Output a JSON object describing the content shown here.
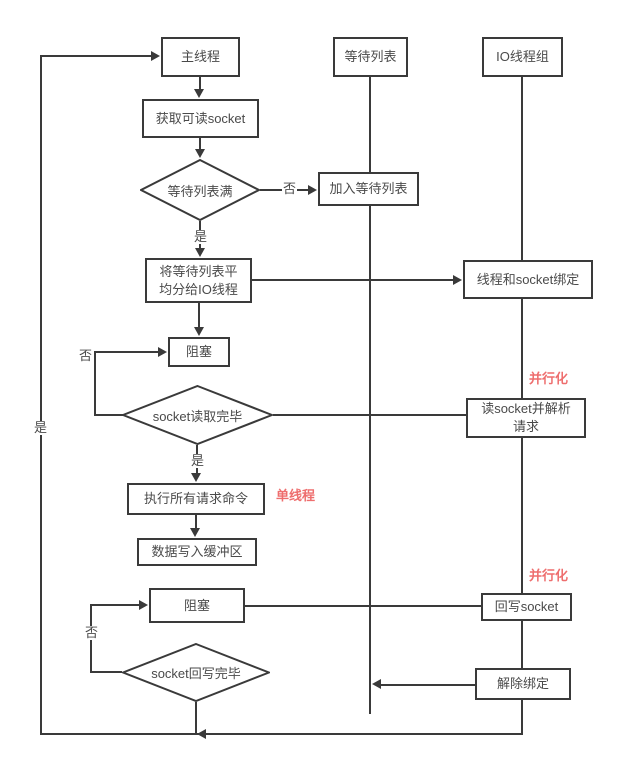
{
  "colors": {
    "line": "#3a3a3a",
    "text": "#4a4a4a",
    "annotation_red": "#ee6e6e",
    "background": "#ffffff"
  },
  "nodes": {
    "main_thread": "主线程",
    "wait_list": "等待列表",
    "io_thread_group": "IO线程组",
    "get_readable_socket": "获取可读socket",
    "wait_list_full": "等待列表满",
    "join_wait_list": "加入等待列表",
    "distribute_line1": "将等待列表平",
    "distribute_line2": "均分给IO线程",
    "bind_thread_socket": "线程和socket绑定",
    "block_read": "阻塞",
    "socket_read_done": "socket读取完毕",
    "read_socket_line1": "读socket并解析",
    "read_socket_line2": "请求",
    "execute_all_commands": "执行所有请求命令",
    "write_data_to_buffer": "数据写入缓冲区",
    "block_write": "阻塞",
    "write_back_socket": "回写socket",
    "socket_write_done": "socket回写完毕",
    "unbind": "解除绑定"
  },
  "edge_labels": {
    "no_wait_list_full": "否",
    "yes_wait_list_full": "是",
    "no_read_done": "否",
    "yes_read_done": "是",
    "no_write_done": "否",
    "yes_main_loop": "是"
  },
  "annotations": {
    "parallel_read": "并行化",
    "single_thread": "单线程",
    "parallel_write": "并行化"
  }
}
